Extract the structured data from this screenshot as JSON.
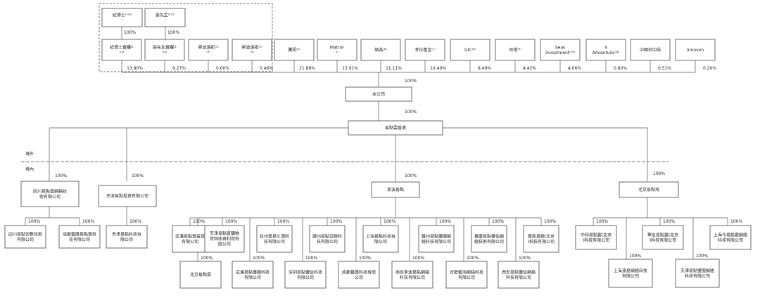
{
  "founders": {
    "founder1": "紀博士⁽¹⁾⁽²⁾",
    "founder2": "張先生⁽¹⁾⁽²⁾",
    "founder1_pct": "100%",
    "founder2_pct": "100%"
  },
  "shareholders": [
    {
      "label": "紀博士實體⁽¹⁾⁽²⁾",
      "pct": "13.90%"
    },
    {
      "label": "張先生實體⁽¹⁾⁽²⁾",
      "pct": "9.27%"
    },
    {
      "label": "寧波遠拓⁽¹⁾⁽³⁾",
      "pct": "0.60%"
    },
    {
      "label": "寧波遠拓⁽¹⁾⁽³⁾",
      "pct": "0.46%"
    },
    {
      "label": "騰訊⁽⁴⁾",
      "pct": "21.88%"
    },
    {
      "label": "Matrix⁽⁵⁾",
      "pct": "13.91%"
    },
    {
      "label": "順為⁽⁶⁾",
      "pct": "11.11%"
    },
    {
      "label": "考拉基金⁽⁷⁾",
      "pct": "10.40%"
    },
    {
      "label": "GIC⁽⁸⁾",
      "pct": "8.49%"
    },
    {
      "label": "貝塔⁽⁹⁾",
      "pct": "4.42%"
    },
    {
      "label": "Seas Investment⁽¹⁰⁾",
      "pct": "4.06%"
    },
    {
      "label": "X Adventure⁽¹¹⁾",
      "pct": "0.80%"
    },
    {
      "label": "中國村中諾",
      "pct": "0.51%"
    },
    {
      "label": "Innoven",
      "pct": "0.20%"
    }
  ],
  "company": {
    "label": "本公司",
    "pct_in": "100%"
  },
  "hk": {
    "label": "易點雲香港",
    "pct_in": "100%"
  },
  "zones": {
    "offshore": "境外",
    "onshore": "境內"
  },
  "tier2": [
    {
      "label": "四川易點雲網絡技術有限公司",
      "pct": "100%"
    },
    {
      "label": "天津易點投資有限公司",
      "pct": "100%"
    },
    {
      "label": "寧波易點",
      "pct": "100%"
    },
    {
      "label": "北京易點淘",
      "pct": "100%"
    }
  ],
  "sichuan_subs": [
    {
      "label": "四川易點安數技術有限公司",
      "pct": "100%"
    },
    {
      "label": "成都藝匯易點雲科技有限公司",
      "pct": "100%"
    }
  ],
  "tianjin_subs": [
    {
      "label": "天津易點科技有限公司",
      "pct": "100%"
    }
  ],
  "ningbo_top": [
    {
      "label": "武漢易點雲投資有限公司",
      "pct": "100%"
    },
    {
      "label": "天津易點直購物資回收再利用有限公司",
      "pct": "100%"
    },
    {
      "label": "杭州雲易久潤科技有限公司",
      "pct": "100%"
    },
    {
      "label": "廣州易點互聯科技有限公司",
      "pct": "100%"
    },
    {
      "label": "上海易點科技有限公司",
      "pct": "100%"
    },
    {
      "label": "蘇州易點優服網絡科技有限公司",
      "pct": "100%"
    },
    {
      "label": "重慶易點優信網絡技術有限公司",
      "pct": "100%"
    },
    {
      "label": "雲南易聯(北京)科技有限公司",
      "pct": "100%"
    }
  ],
  "ningbo_bottom": [
    {
      "label": "北京易點雲",
      "pct": "100%"
    },
    {
      "label": "武漢易點優服科技有限公司",
      "pct": "100%"
    },
    {
      "label": "深圳易點優信科技有限公司",
      "pct": "100%"
    },
    {
      "label": "成都藝匯科技有限公司",
      "pct": "100%"
    },
    {
      "label": "南京寧波易點網絡科技有限公司",
      "pct": "100%"
    },
    {
      "label": "合肥藝淘網絡科技有限公司",
      "pct": "100%"
    },
    {
      "label": "西安易點優信網絡科技有限公司",
      "pct": "100%"
    }
  ],
  "beijing_top": [
    {
      "label": "中和易點雲(北京)科技有限公司",
      "pct": "100%"
    },
    {
      "label": "華友易點雲(北京)科技有限公司",
      "pct": "100%"
    },
    {
      "label": "上海今易點雲網絡科技有限公司",
      "pct": "100%"
    }
  ],
  "beijing_bottom": [
    {
      "label": "上海遠易網絡科技有限公司",
      "pct": "100%"
    },
    {
      "label": "天津易點優服網絡科技有限公司",
      "pct": "100%"
    }
  ]
}
